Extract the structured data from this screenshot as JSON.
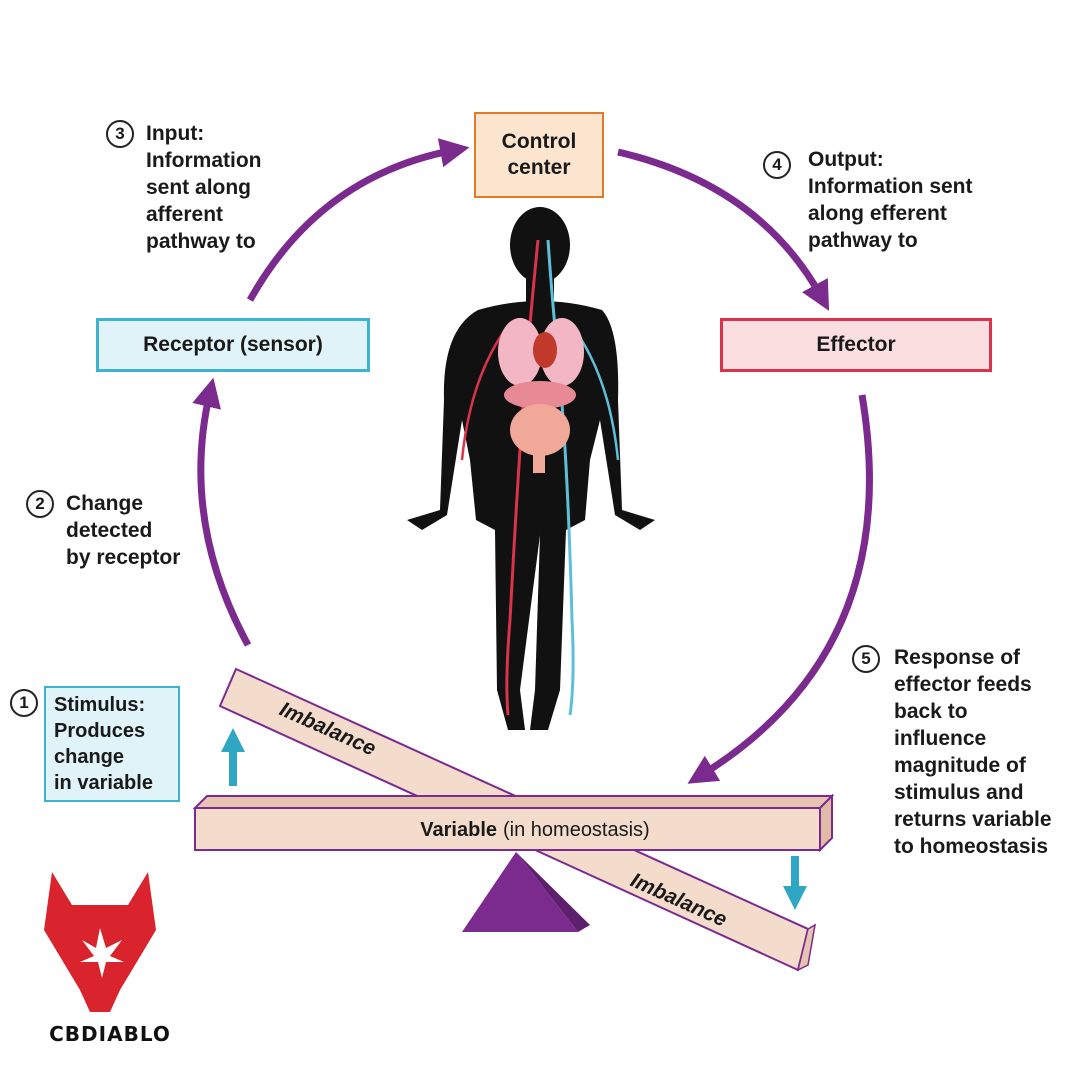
{
  "nodes": {
    "control_center": {
      "label": "Control\ncenter",
      "color": "#fbe5cf",
      "border": "#e07b2a"
    },
    "receptor": {
      "label": "Receptor (sensor)",
      "color": "#dff3f8",
      "border": "#3fb2cf"
    },
    "effector": {
      "label": "Effector",
      "color": "#fbdfe0",
      "border": "#d9344b"
    },
    "stimulus": {
      "label": "Stimulus:\nProduces\nchange\nin variable",
      "color": "#dff3f8",
      "border": "#3fb2cf"
    }
  },
  "steps": [
    {
      "number": "1"
    },
    {
      "number": "2",
      "text": "Change\ndetected\nby receptor"
    },
    {
      "number": "3",
      "text": "Input:\nInformation\nsent along\nafferent\npathway to"
    },
    {
      "number": "4",
      "text": "Output:\nInformation sent\nalong efferent\npathway to"
    },
    {
      "number": "5",
      "text": "Response of\neffector feeds\nback to\ninfluence\nmagnitude of\nstimulus and\nreturns variable\nto homeostasis"
    }
  ],
  "balance": {
    "variable_bold": "Variable",
    "variable_rest": "(in homeostasis)",
    "imbalance_top": "Imbalance",
    "imbalance_bottom": "Imbalance"
  },
  "logo": {
    "text": "CBDIABLO"
  },
  "colors": {
    "arrow": "#7b2a8e",
    "beam": "#f3dccc",
    "beam_border": "#7b2a8e",
    "fulcrum": "#7b2a8e",
    "up_down_arrow": "#2ea6c4",
    "logo_red": "#d9232d"
  }
}
